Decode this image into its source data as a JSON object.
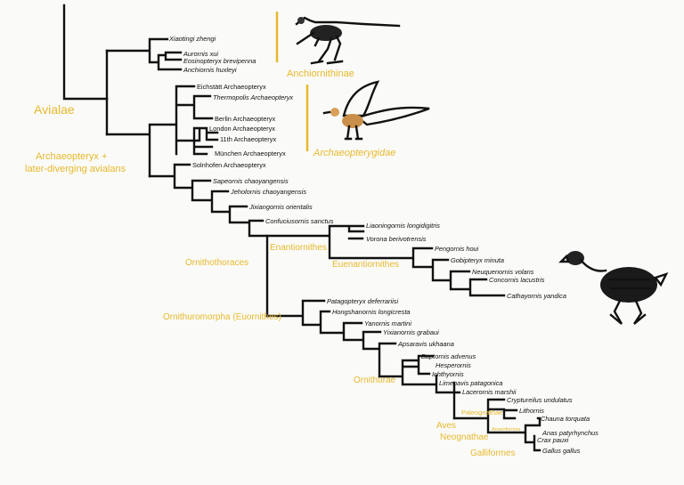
{
  "taxa": {
    "xiaotingi": "Xiaotingi zhengi",
    "aurornis": "Aurornis xui",
    "eosinopteryx": "Eosinopteryx brevipenna",
    "anchiornis": "Anchiornis huxleyi",
    "eichstatt": "Eichstätt Archaeopteryx",
    "thermopolis": "Thermopolis Archaeopteryx",
    "berlin": "Berlin Archaeopteryx",
    "london": "London Archaeopteryx",
    "eleventh": "11th Archaeopteryx",
    "munchen": "München Archaeopteryx",
    "solnhofen": "Solnhofen Archaeopteryx",
    "sapeornis": "Sapeornis chaoyangensis",
    "jeholornis": "Jeholornis chaoyangensis",
    "jixiangornis": "Jixiangornis orientalis",
    "confuciusornis": "Confuciusornis sanctus",
    "liaoningornis": "Liaoningornis longidigitris",
    "vorona": "Vorona berivotrensis",
    "pengornis": "Pengornis houi",
    "gobipteryx": "Gobipteryx minuta",
    "neuquenornis": "Neuquenornis volans",
    "concornis": "Concornis lacustris",
    "cathayornis": "Cathayornis yandica",
    "patagopteryx": "Patagopteryx deferrariisi",
    "hongshanornis": "Hongshanornis longicresta",
    "yanornis": "Yanornis martini",
    "yixianornis": "Yixianornis grabaui",
    "apsaravis": "Apsaravis ukhaana",
    "baptornis": "Baptornis advenus",
    "hesperornis": "Hesperornis",
    "ichthyornis": "Ichthyornis",
    "limenavis": "Limenavis patagonica",
    "lacerornis": "Lacerornis marshii",
    "cryptureilus": "Cryptureilus undulatus",
    "lithornis": "Lithornis",
    "chauna": "Chauna torquata",
    "anas": "Anas patyrhynchus",
    "crax": "Crax pauxi",
    "gallus": "Gallus gallus"
  },
  "clades": {
    "avialae": "Avialae",
    "archaeopteryx_plus_line1": "Archaeopteryx +",
    "archaeopteryx_plus_line2": "later-diverging avialans",
    "anchiornithinae": "Anchiornithinae",
    "archaeopterygidae": "Archaeopterygidae",
    "ornithothoraces": "Ornithothoraces",
    "enantiornithes": "Enantiornithes",
    "euenantiornithes": "Euenantiornithes",
    "ornithuromorpha": "Ornithuromorpha (Euornithes)",
    "ornithurae": "Ornithurae",
    "aves": "Aves",
    "paleognathae": "Paleognathae",
    "neognathae": "Neognathae",
    "anseriformes": "Anseriformes",
    "galliformes": "Galliformes"
  },
  "icons": {
    "anchiornis": "anchiornis-skeleton-icon",
    "archaeopteryx": "archaeopteryx-reconstruction-icon",
    "bird": "bird-skeleton-icon"
  },
  "colors": {
    "clade_label": "#e7b92c",
    "branch": "#111111",
    "background": "#fafaf8"
  }
}
